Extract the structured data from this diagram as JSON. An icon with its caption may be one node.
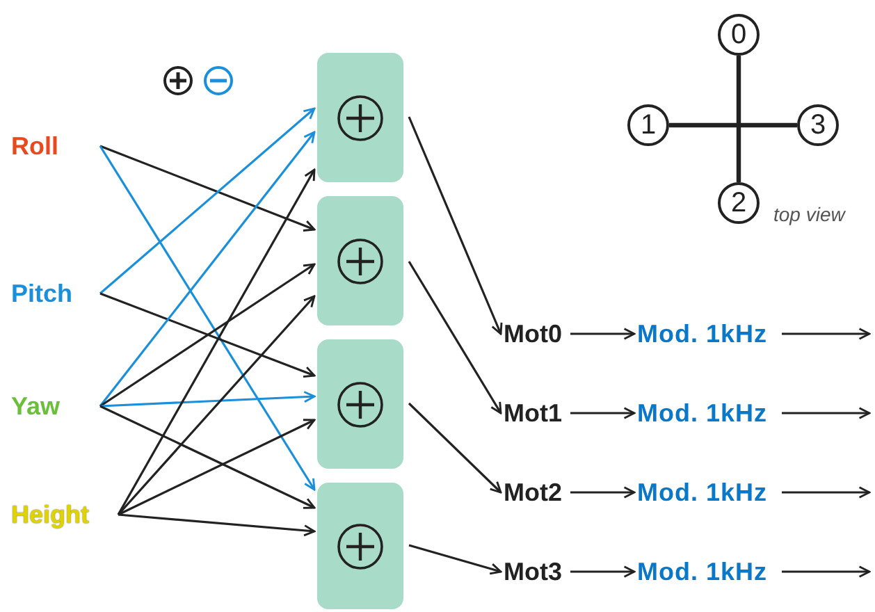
{
  "diagram": {
    "nodes": [
      {
        "text": [
          "Roll"
        ]
      },
      {
        "text": [
          "Pitch"
        ]
      },
      {
        "text": [
          "Yaw"
        ]
      },
      {
        "text": [
          "Height"
        ]
      },
      {
        "text": [],
        "shape": "box"
      },
      {
        "text": [],
        "shape": "box"
      },
      {
        "text": [],
        "shape": "box"
      },
      {
        "text": [],
        "shape": "box"
      },
      {
        "text": [
          "Mot0"
        ]
      },
      {
        "text": [
          "Mot1"
        ]
      },
      {
        "text": [
          "Mot2"
        ]
      },
      {
        "text": [
          "Mot3"
        ]
      },
      {
        "text": [
          "Mod. 1kHz"
        ]
      },
      {
        "text": [
          "Mod. 1kHz"
        ]
      },
      {
        "text": [
          "Mod. 1kHz"
        ]
      },
      {
        "text": [
          "Mod. 1kHz"
        ]
      },
      {
        "text": [
          "0"
        ]
      },
      {
        "text": [
          "1"
        ]
      },
      {
        "text": [
          "3"
        ]
      },
      {
        "text": [
          "2"
        ]
      }
    ],
    "edges": [
      {
        "from": 0,
        "to": 5,
        "arrow": "to"
      },
      {
        "from": 0,
        "to": 7,
        "arrow": "to",
        "color": "#1a8fdc"
      },
      {
        "from": 1,
        "to": 4,
        "arrow": "to",
        "color": "#1a8fdc"
      },
      {
        "from": 1,
        "to": 6,
        "arrow": "to"
      },
      {
        "from": 2,
        "to": 4,
        "arrow": "to",
        "color": "#1a8fdc"
      },
      {
        "from": 2,
        "to": 5,
        "arrow": "to"
      },
      {
        "from": 2,
        "to": 6,
        "arrow": "to",
        "color": "#1a8fdc"
      },
      {
        "from": 2,
        "to": 7,
        "arrow": "to"
      },
      {
        "from": 3,
        "to": 4,
        "arrow": "to"
      },
      {
        "from": 3,
        "to": 5,
        "arrow": "to"
      },
      {
        "from": 3,
        "to": 6,
        "arrow": "to"
      },
      {
        "from": 3,
        "to": 7,
        "arrow": "to"
      },
      {
        "from": 4,
        "to": 8,
        "arrow": "to"
      },
      {
        "from": 5,
        "to": 9,
        "arrow": "to"
      },
      {
        "from": 6,
        "to": 10,
        "arrow": "to"
      },
      {
        "from": 7,
        "to": 11,
        "arrow": "to"
      },
      {
        "from": 8,
        "to": 12,
        "arrow": "to"
      },
      {
        "from": 9,
        "to": 13,
        "arrow": "to"
      },
      {
        "from": 10,
        "to": 14,
        "arrow": "to"
      },
      {
        "from": 11,
        "to": 15,
        "arrow": "to"
      },
      {
        "from": 12,
        "to": null,
        "arrow": "to"
      },
      {
        "from": 13,
        "to": null,
        "arrow": "to"
      },
      {
        "from": 14,
        "to": null,
        "arrow": "to"
      },
      {
        "from": 15,
        "to": null,
        "arrow": "to"
      },
      {
        "from": 16,
        "to": 19,
        "arrow": "none",
        "style": "thick"
      },
      {
        "from": 17,
        "to": 18,
        "arrow": "none",
        "style": "thick"
      }
    ],
    "labels": [
      "top view"
    ]
  }
}
